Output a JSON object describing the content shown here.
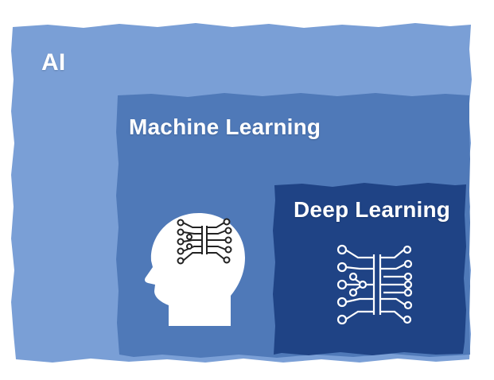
{
  "diagram": {
    "regions": [
      {
        "id": "ai",
        "label": "AI"
      },
      {
        "id": "machine-learning",
        "label": "Machine Learning"
      },
      {
        "id": "deep-learning",
        "label": "Deep Learning"
      }
    ],
    "icons": [
      "head-with-network-icon",
      "neural-network-icon"
    ],
    "colors": {
      "ai": "#7a9fd6",
      "machine_learning": "#4f79b8",
      "deep_learning": "#1f4385",
      "label_text": "#ffffff",
      "icon_stroke": "#ffffff",
      "head_fill": "#ffffff",
      "head_network_stroke": "#222222"
    }
  }
}
